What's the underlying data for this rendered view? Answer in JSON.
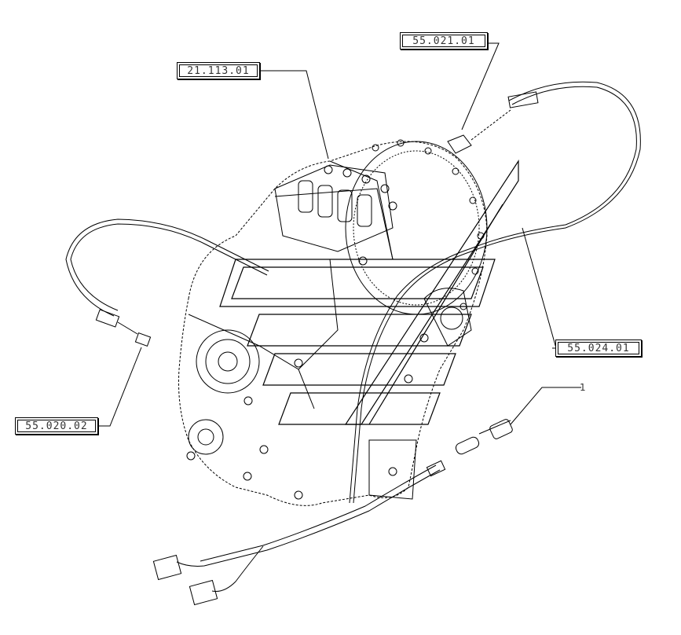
{
  "callouts": {
    "top_right_ref": "55.021.01",
    "top_left_ref": "21.113.01",
    "right_ref": "55.024.01",
    "left_ref": "55.020.02",
    "item_number": "1"
  },
  "colors": {
    "line": "#000000",
    "watermark": "#000000",
    "background": "#ffffff"
  }
}
